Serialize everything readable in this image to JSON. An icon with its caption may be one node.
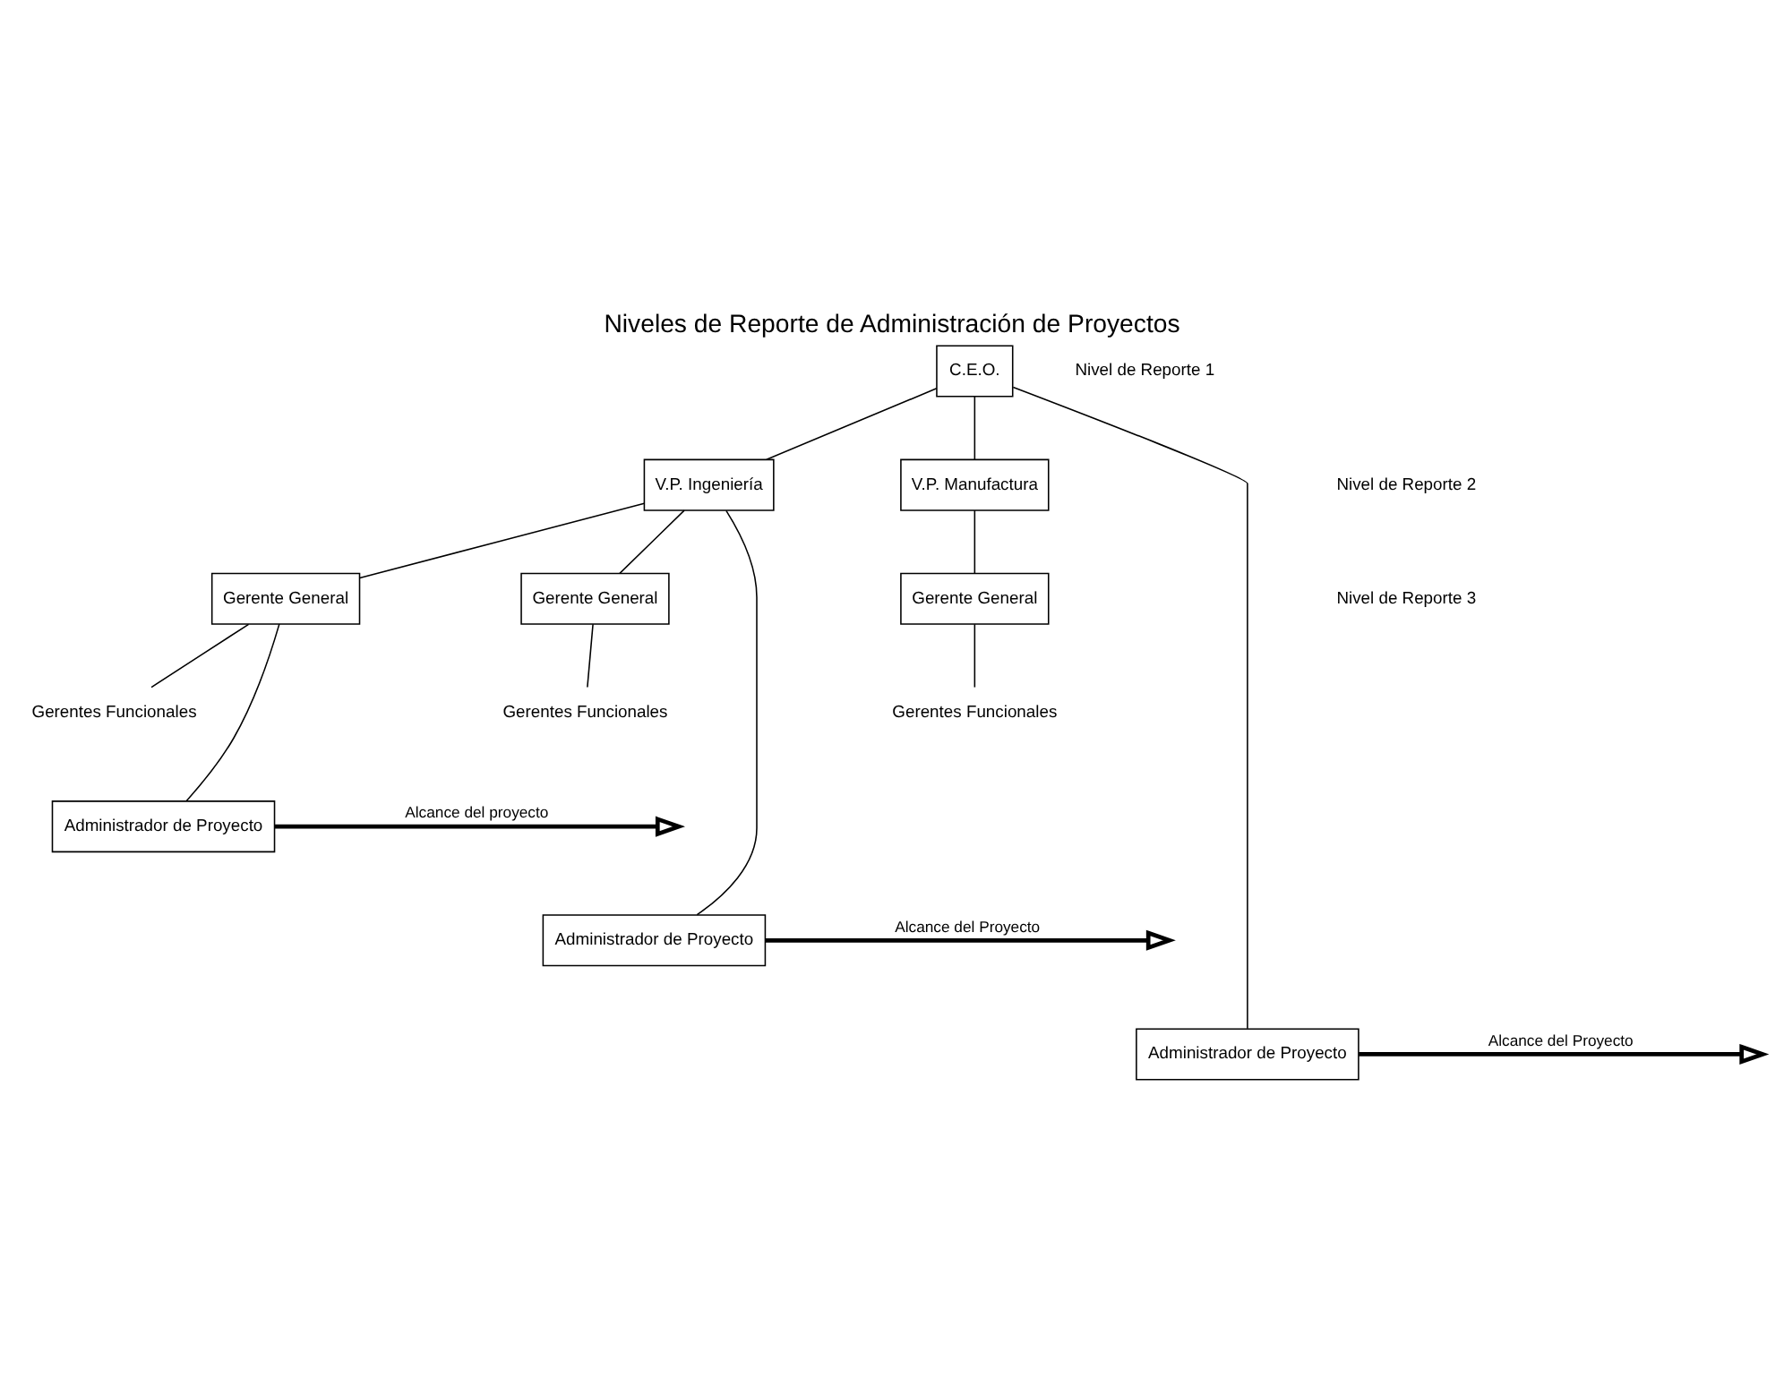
{
  "diagram": {
    "title": "Niveles de Reporte de Administración de Proyectos",
    "nodes": [
      {
        "text": [
          "C.E.O."
        ]
      },
      {
        "text": [
          "V.P. Ingeniería"
        ]
      },
      {
        "text": [
          "V.P. Manufactura"
        ]
      },
      {
        "text": [
          "Gerente General"
        ]
      },
      {
        "text": [
          "Gerente General"
        ]
      },
      {
        "text": [
          "Gerente General"
        ]
      },
      {
        "text": [
          "Gerentes Funcionales"
        ]
      },
      {
        "text": [
          "Gerentes Funcionales"
        ]
      },
      {
        "text": [
          "Gerentes Funcionales"
        ]
      },
      {
        "text": [
          "Administrador de Proyecto"
        ]
      },
      {
        "text": [
          "Administrador de Proyecto"
        ]
      },
      {
        "text": [
          "Administrador de Proyecto"
        ]
      }
    ],
    "edges": [
      {
        "from": 0,
        "to": 1,
        "arrow": "none"
      },
      {
        "from": 0,
        "to": 2,
        "arrow": "none"
      },
      {
        "from": 1,
        "to": 3,
        "arrow": "none"
      },
      {
        "from": 1,
        "to": 4,
        "arrow": "none"
      },
      {
        "from": 2,
        "to": 5,
        "arrow": "none"
      },
      {
        "from": 3,
        "to": 6,
        "arrow": "none"
      },
      {
        "from": 4,
        "to": 7,
        "arrow": "none"
      },
      {
        "from": 5,
        "to": 8,
        "arrow": "none"
      },
      {
        "from": 3,
        "to": 9,
        "arrow": "none"
      },
      {
        "from": 1,
        "to": 10,
        "arrow": "none"
      },
      {
        "from": 0,
        "to": 11,
        "arrow": "none"
      },
      {
        "from": 9,
        "to": null,
        "arrow": "to",
        "label": "Alcance del proyecto",
        "style": "thick"
      },
      {
        "from": 10,
        "to": null,
        "arrow": "to",
        "label": "Alcance del Proyecto",
        "style": "thick"
      },
      {
        "from": 11,
        "to": null,
        "arrow": "to",
        "label": "Alcance del Proyecto",
        "style": "thick"
      }
    ],
    "labels": [
      "Nivel de Reporte 1",
      "Nivel de Reporte 2",
      "Nivel de Reporte 3"
    ]
  }
}
